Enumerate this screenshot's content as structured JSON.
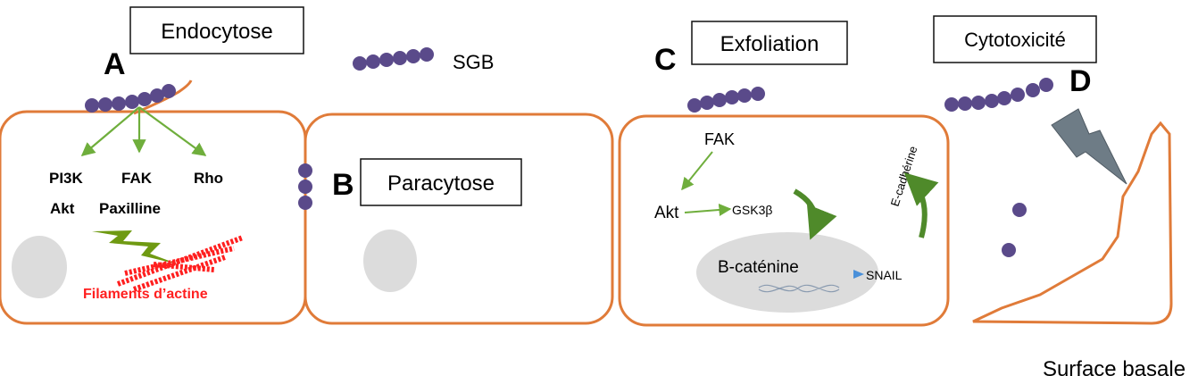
{
  "panels": {
    "A": {
      "letter": "A",
      "title": "Endocytose",
      "pathways": [
        "PI3K",
        "FAK",
        "Rho"
      ],
      "sub": [
        "Akt",
        "Paxilline"
      ],
      "actin": "Filaments d’actine"
    },
    "B": {
      "letter": "B",
      "title": "Paracytose"
    },
    "C": {
      "letter": "C",
      "title": "Exfoliation",
      "fak": "FAK",
      "akt": "Akt",
      "gsk": "GSK3β",
      "ecad": "E-cadhérine",
      "bcat": "B-caténine",
      "snail": "SNAIL"
    },
    "D": {
      "letter": "D",
      "title": "Cytotoxicité"
    }
  },
  "legend": {
    "label": "SGB"
  },
  "basal_label": "Surface basale",
  "colors": {
    "cell": "#e07b39",
    "bacteria": "#5a4a8a",
    "arrow": "#6fae3c",
    "actin": "#ff1f1f",
    "nucleus": "#dcdcdc",
    "bolt_green": "#6f9a12",
    "bolt_grey": "#6e7c86"
  }
}
